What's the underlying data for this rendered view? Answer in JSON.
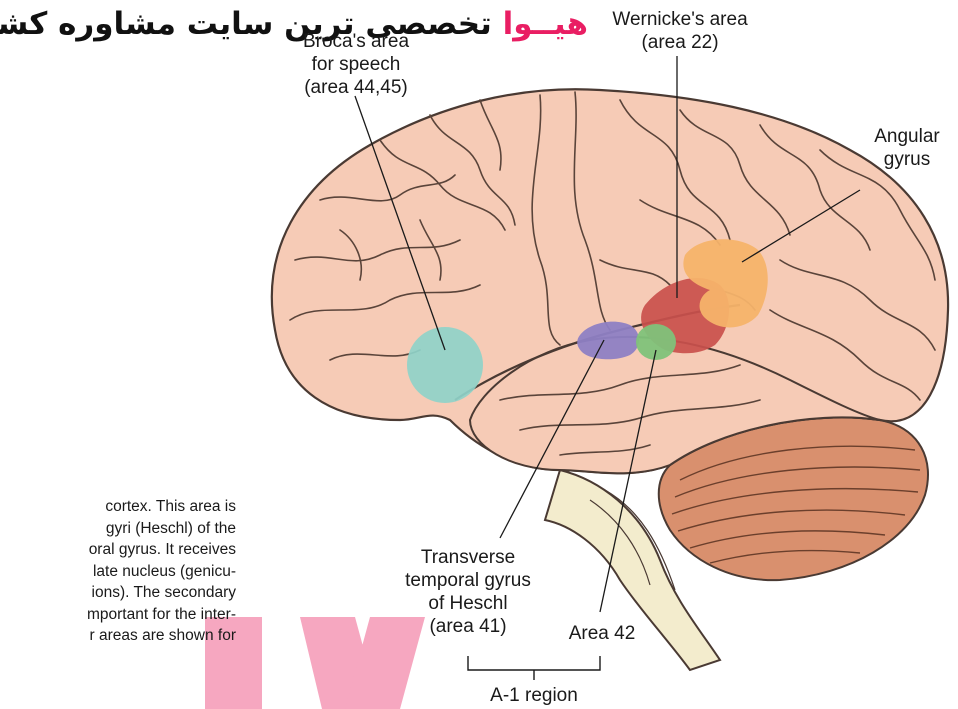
{
  "watermark": {
    "brand": "هیــوا",
    "tagline": "تخصصی ترین سایت مشاوره کشور"
  },
  "labels": {
    "broca": [
      "Broca's area",
      "for speech",
      "(area 44,45)"
    ],
    "wernicke": [
      "Wernicke's area",
      "(area 22)"
    ],
    "angular": [
      "Angular",
      "gyrus"
    ],
    "transverse": [
      "Transverse",
      "temporal gyrus",
      "of Heschl",
      "(area 41)"
    ],
    "area42": "Area 42",
    "a1_region": "A-1 region"
  },
  "body_text": [
    "cortex. This area is",
    "gyri (Heschl) of the",
    "oral gyrus. It receives",
    "late nucleus (genicu-",
    "ions). The secondary",
    "mportant for the inter-",
    "r areas are shown for"
  ],
  "colors": {
    "brain_fill": "#f6cbb6",
    "brain_outline": "#4a3a33",
    "broca": "#8fd3c9",
    "area41": "#8e7fc4",
    "area42": "#7fc27a",
    "wernicke": "#c9504c",
    "angular": "#f6b36a",
    "cerebellum": "#d9906e",
    "brainstem": "#f3eccd",
    "watermark_brand": "#e91e63",
    "watermark_bars": "#f6a7c0"
  }
}
